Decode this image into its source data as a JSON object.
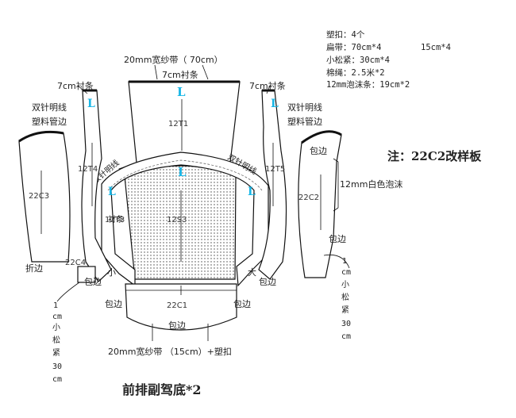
{
  "specs": [
    "塑扣：4个",
    "扁带：70cm*4",
    "15cm*4",
    "小松紧：30cm*4",
    "棉绳：2.5米*2",
    "12mm泡沫条：19cm*2"
  ],
  "note": "注：22C2改样板",
  "title": "前排副驾底*2",
  "top_band": "20mm宽纱带（ 70cm）",
  "bottom_band": "20mm宽纱带 （15cm）+塑扣",
  "labels": {
    "chentiao_top": "7cm衬条",
    "chentiao_left": "7cm衬条",
    "chentiao_right": "7cm衬条",
    "double_needle_left": "双针明线",
    "plastic_edge_left": "塑料管边",
    "double_needle_right": "双针明线",
    "plastic_edge_right": "塑料管边",
    "double_needle_mid_left": "双针明线",
    "double_needle_mid_right": "双针明线",
    "chentiao_mid": "衬条",
    "zhebian": "折边",
    "white_foam": "12mm白色泡沫",
    "xiao": "小",
    "da": "大"
  },
  "baobian": [
    "包边",
    "包边",
    "包边",
    "包边",
    "包边",
    "包边",
    "包边"
  ],
  "elastic_left": [
    "1",
    "cm",
    "小",
    "松",
    "紧",
    "30",
    "cm"
  ],
  "elastic_right": [
    "1",
    "cm",
    "小",
    "松",
    "紧",
    "30",
    "cm"
  ],
  "codes": {
    "t1": "12T1",
    "t4": "12T4",
    "t5": "12T5",
    "t3": "12T3",
    "s3": "12S3",
    "c1": "22C1",
    "c2": "22C2",
    "c3": "22C3",
    "c4": "22C4"
  },
  "marks": [
    "L",
    "L",
    "L",
    "L",
    "L"
  ]
}
